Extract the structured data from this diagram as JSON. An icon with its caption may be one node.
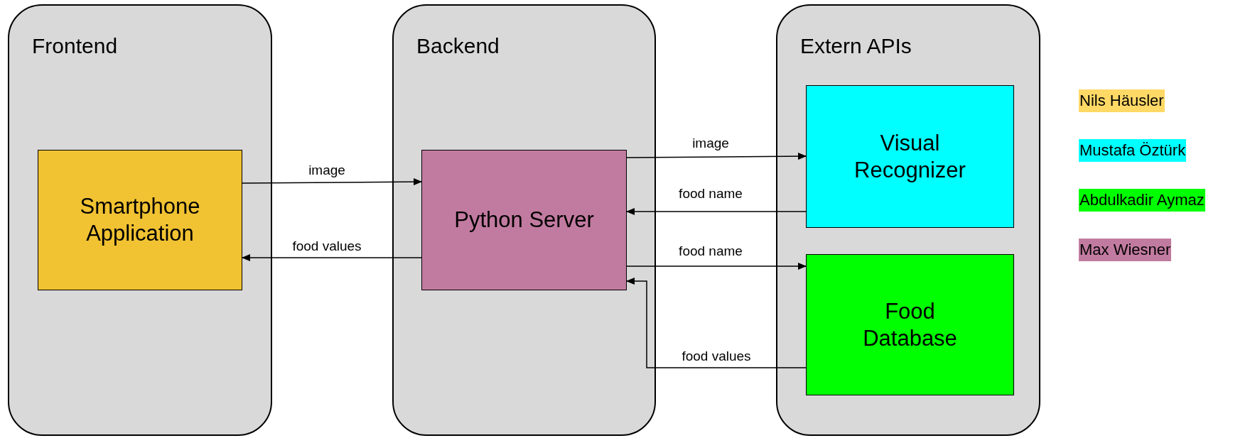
{
  "diagram": {
    "nodes": [
      {
        "text": [
          "Frontend"
        ]
      },
      {
        "text": [
          "Smartphone Application"
        ],
        "in": 0
      },
      {
        "text": [
          "Backend"
        ]
      },
      {
        "text": [
          "Python Server"
        ],
        "in": 2
      },
      {
        "text": [
          "Extern APIs"
        ]
      },
      {
        "text": [
          "Visual Recognizer"
        ],
        "in": 4
      },
      {
        "text": [
          "Food Database"
        ],
        "in": 4
      }
    ],
    "edges": [
      {
        "from": 1,
        "to": 3,
        "arrow": "to",
        "label": "image"
      },
      {
        "from": 3,
        "to": 1,
        "arrow": "to",
        "label": "food values"
      },
      {
        "from": 3,
        "to": 5,
        "arrow": "to",
        "label": "image"
      },
      {
        "from": 5,
        "to": 3,
        "arrow": "to",
        "label": "food name"
      },
      {
        "from": 3,
        "to": 6,
        "arrow": "to",
        "label": "food name"
      },
      {
        "from": 6,
        "to": 3,
        "arrow": "to",
        "label": "food values"
      }
    ],
    "legend": [
      {
        "text": "Nils Häusler",
        "color": "#ffd966"
      },
      {
        "text": "Mustafa Öztürk",
        "color": "#00ffff"
      },
      {
        "text": "Abdulkadir Aymaz",
        "color": "#00ff00"
      },
      {
        "text": "Max Wiesner",
        "color": "#c27ba0"
      }
    ]
  }
}
